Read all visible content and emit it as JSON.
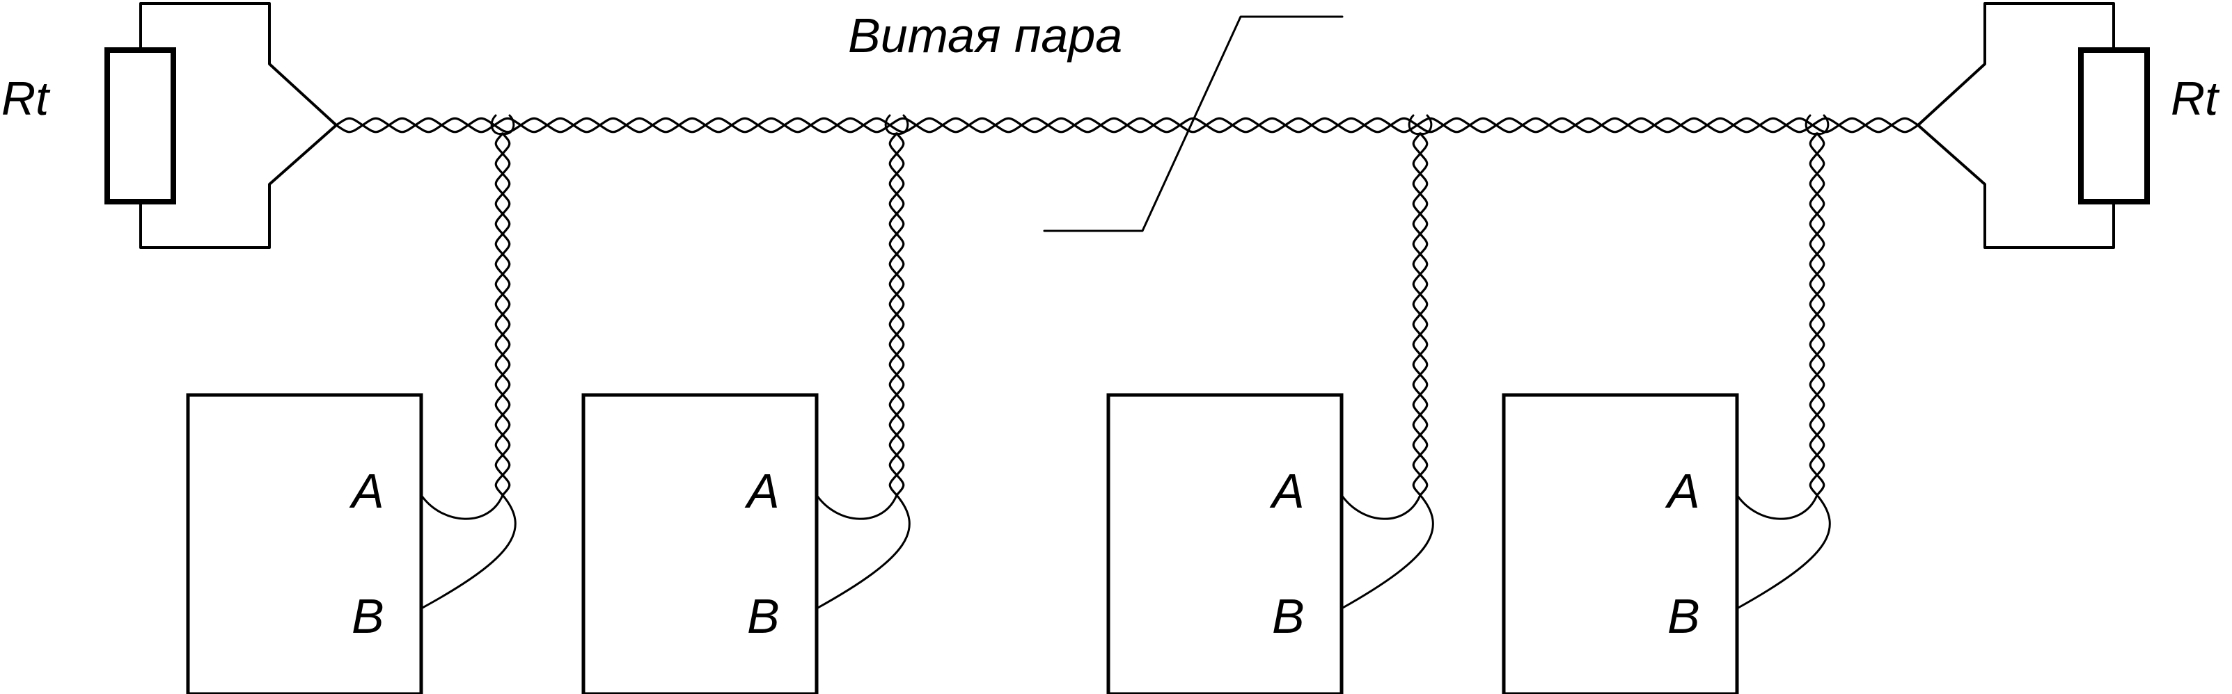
{
  "cable": {
    "label": "Витая пара"
  },
  "terminators": [
    {
      "id": "left",
      "label": "Rt"
    },
    {
      "id": "right",
      "label": "Rt"
    }
  ],
  "nodes": [
    {
      "id": "node-1",
      "pin_a": "A",
      "pin_b": "B"
    },
    {
      "id": "node-2",
      "pin_a": "A",
      "pin_b": "B"
    },
    {
      "id": "node-3",
      "pin_a": "A",
      "pin_b": "B"
    },
    {
      "id": "node-4",
      "pin_a": "A",
      "pin_b": "B"
    }
  ],
  "colors": {
    "line": "#000000",
    "background": "#ffffff"
  }
}
